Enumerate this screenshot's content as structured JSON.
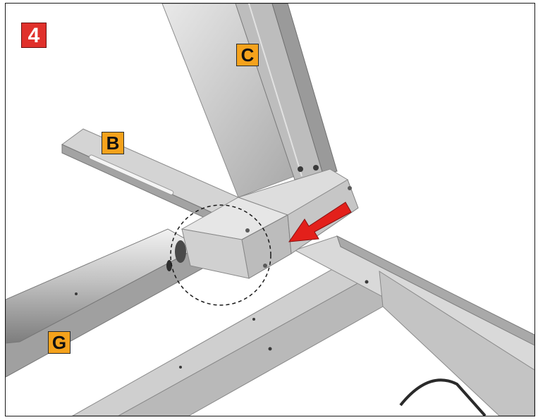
{
  "step": {
    "number": "4",
    "color": "#e0302b"
  },
  "labels": {
    "c": "C",
    "b": "B",
    "g": "G",
    "color": "#f5a21c"
  },
  "arrow": {
    "color": "#e3201b"
  },
  "detail_circle": {
    "style": "dashed"
  }
}
